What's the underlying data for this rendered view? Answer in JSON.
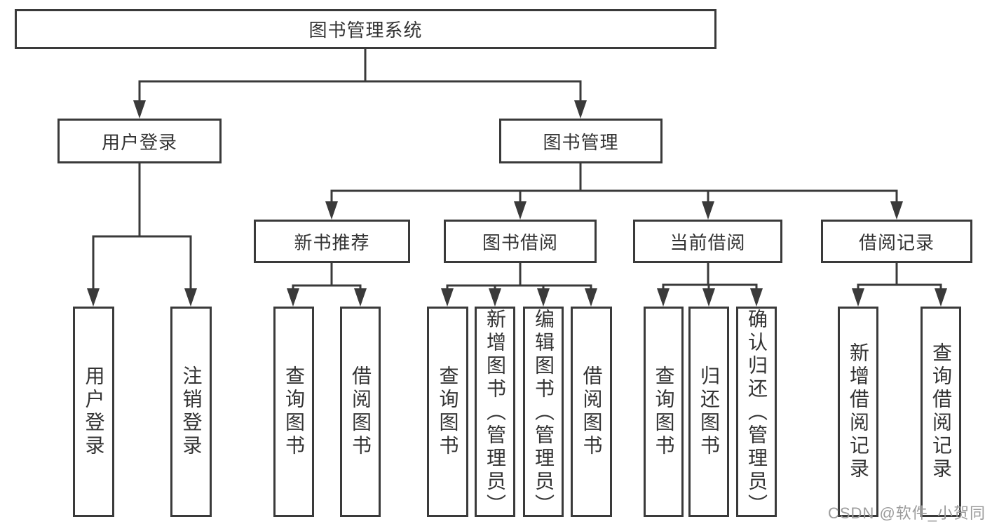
{
  "diagram": {
    "root": "图书管理系统",
    "level2": [
      "用户登录",
      "图书管理"
    ],
    "level3": [
      "新书推荐",
      "图书借阅",
      "当前借阅",
      "借阅记录"
    ],
    "leaves": {
      "user_login": [
        "用户登录",
        "注销登录"
      ],
      "new_book_recommend": [
        "查询图书",
        "借阅图书"
      ],
      "book_borrowing": [
        "查询图书",
        "新增图书（管理员）",
        "编辑图书（管理员）",
        "借阅图书"
      ],
      "current_borrowing": [
        "查询图书",
        "归还图书",
        "确认归还（管理员）"
      ],
      "borrowing_records": [
        "新增借阅记录",
        "查询借阅记录"
      ]
    }
  },
  "watermark": "CSDN @软件_小贺同学",
  "colors": {
    "line": "#3a3a3a",
    "text": "#333333",
    "background": "#ffffff",
    "watermark": "#9b9b9b"
  }
}
